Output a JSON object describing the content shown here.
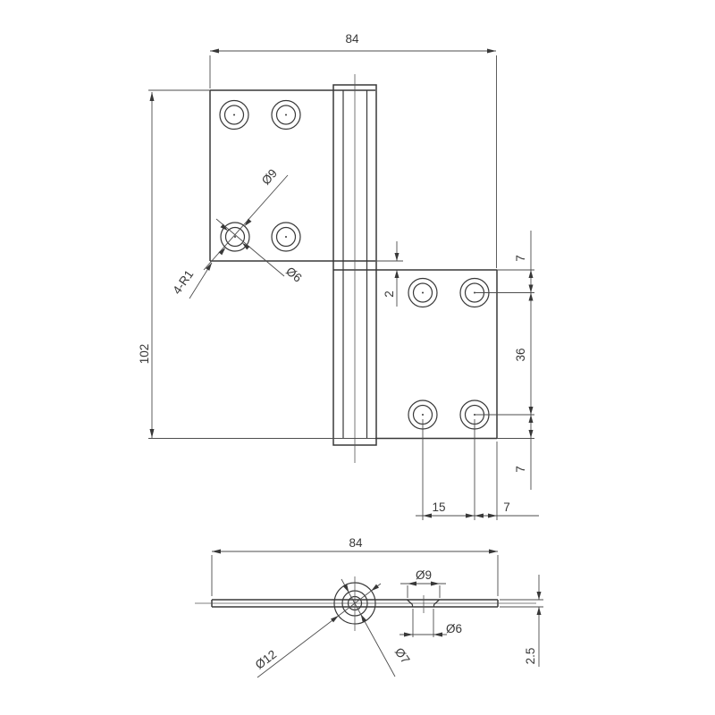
{
  "canvas": {
    "background": "#ffffff",
    "object_line_color": "#383838",
    "dimension_line_color": "#4d4d4d",
    "text_color": "#383838"
  },
  "top_view": {
    "width": "84",
    "height": "102",
    "leaf_gap": "2",
    "row_top_offset": "7",
    "row_span": "36",
    "row_bottom_offset": "7",
    "hole_spacing": "15",
    "hole_to_edge": "7",
    "corner_radius": "4-R1",
    "counterbore_dia": "Ø9",
    "hole_dia": "Ø6"
  },
  "side_view": {
    "width": "84",
    "countersink_dia": "Ø9",
    "hole_dia": "Ø6",
    "barrel_dia": "Ø12",
    "pin_dia": "Ø7",
    "thickness": "2.5"
  }
}
